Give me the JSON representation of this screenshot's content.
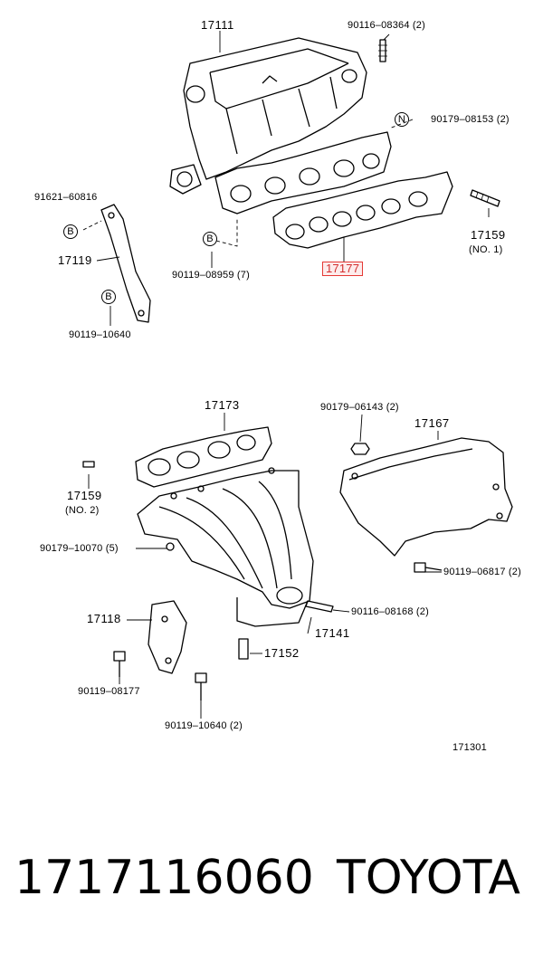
{
  "top": {
    "p17111": "17111",
    "p90116_08364": "90116–08364 (2)",
    "p90179_08153": "90179–08153 (2)",
    "n_marker": "N",
    "p91621_60816": "91621–60816",
    "b_marker_1": "B",
    "p17119": "17119",
    "b_marker_2": "B",
    "p90119_10640": "90119–10640",
    "b_marker_3": "B",
    "p90119_08959": "90119–08959 (7)",
    "p17177": "17177",
    "p17159_no1": "17159",
    "no1": "(NO. 1)"
  },
  "bottom": {
    "p17173": "17173",
    "p90179_06143": "90179–06143 (2)",
    "p17167": "17167",
    "p17159_no2": "17159",
    "no2": "(NO. 2)",
    "p90179_10070": "90179–10070 (5)",
    "p90119_06817": "90119–06817 (2)",
    "p90116_08168": "90116–08168 (2)",
    "p17118": "17118",
    "p17141": "17141",
    "p17152": "17152",
    "p90119_08177": "90119–08177",
    "p90119_10640_2": "90119–10640 (2)",
    "diagram_id": "171301"
  },
  "footer": {
    "part_number": "1717116060",
    "brand": "TOYOTA"
  },
  "colors": {
    "highlight": "#e53935",
    "ink": "#000000"
  }
}
